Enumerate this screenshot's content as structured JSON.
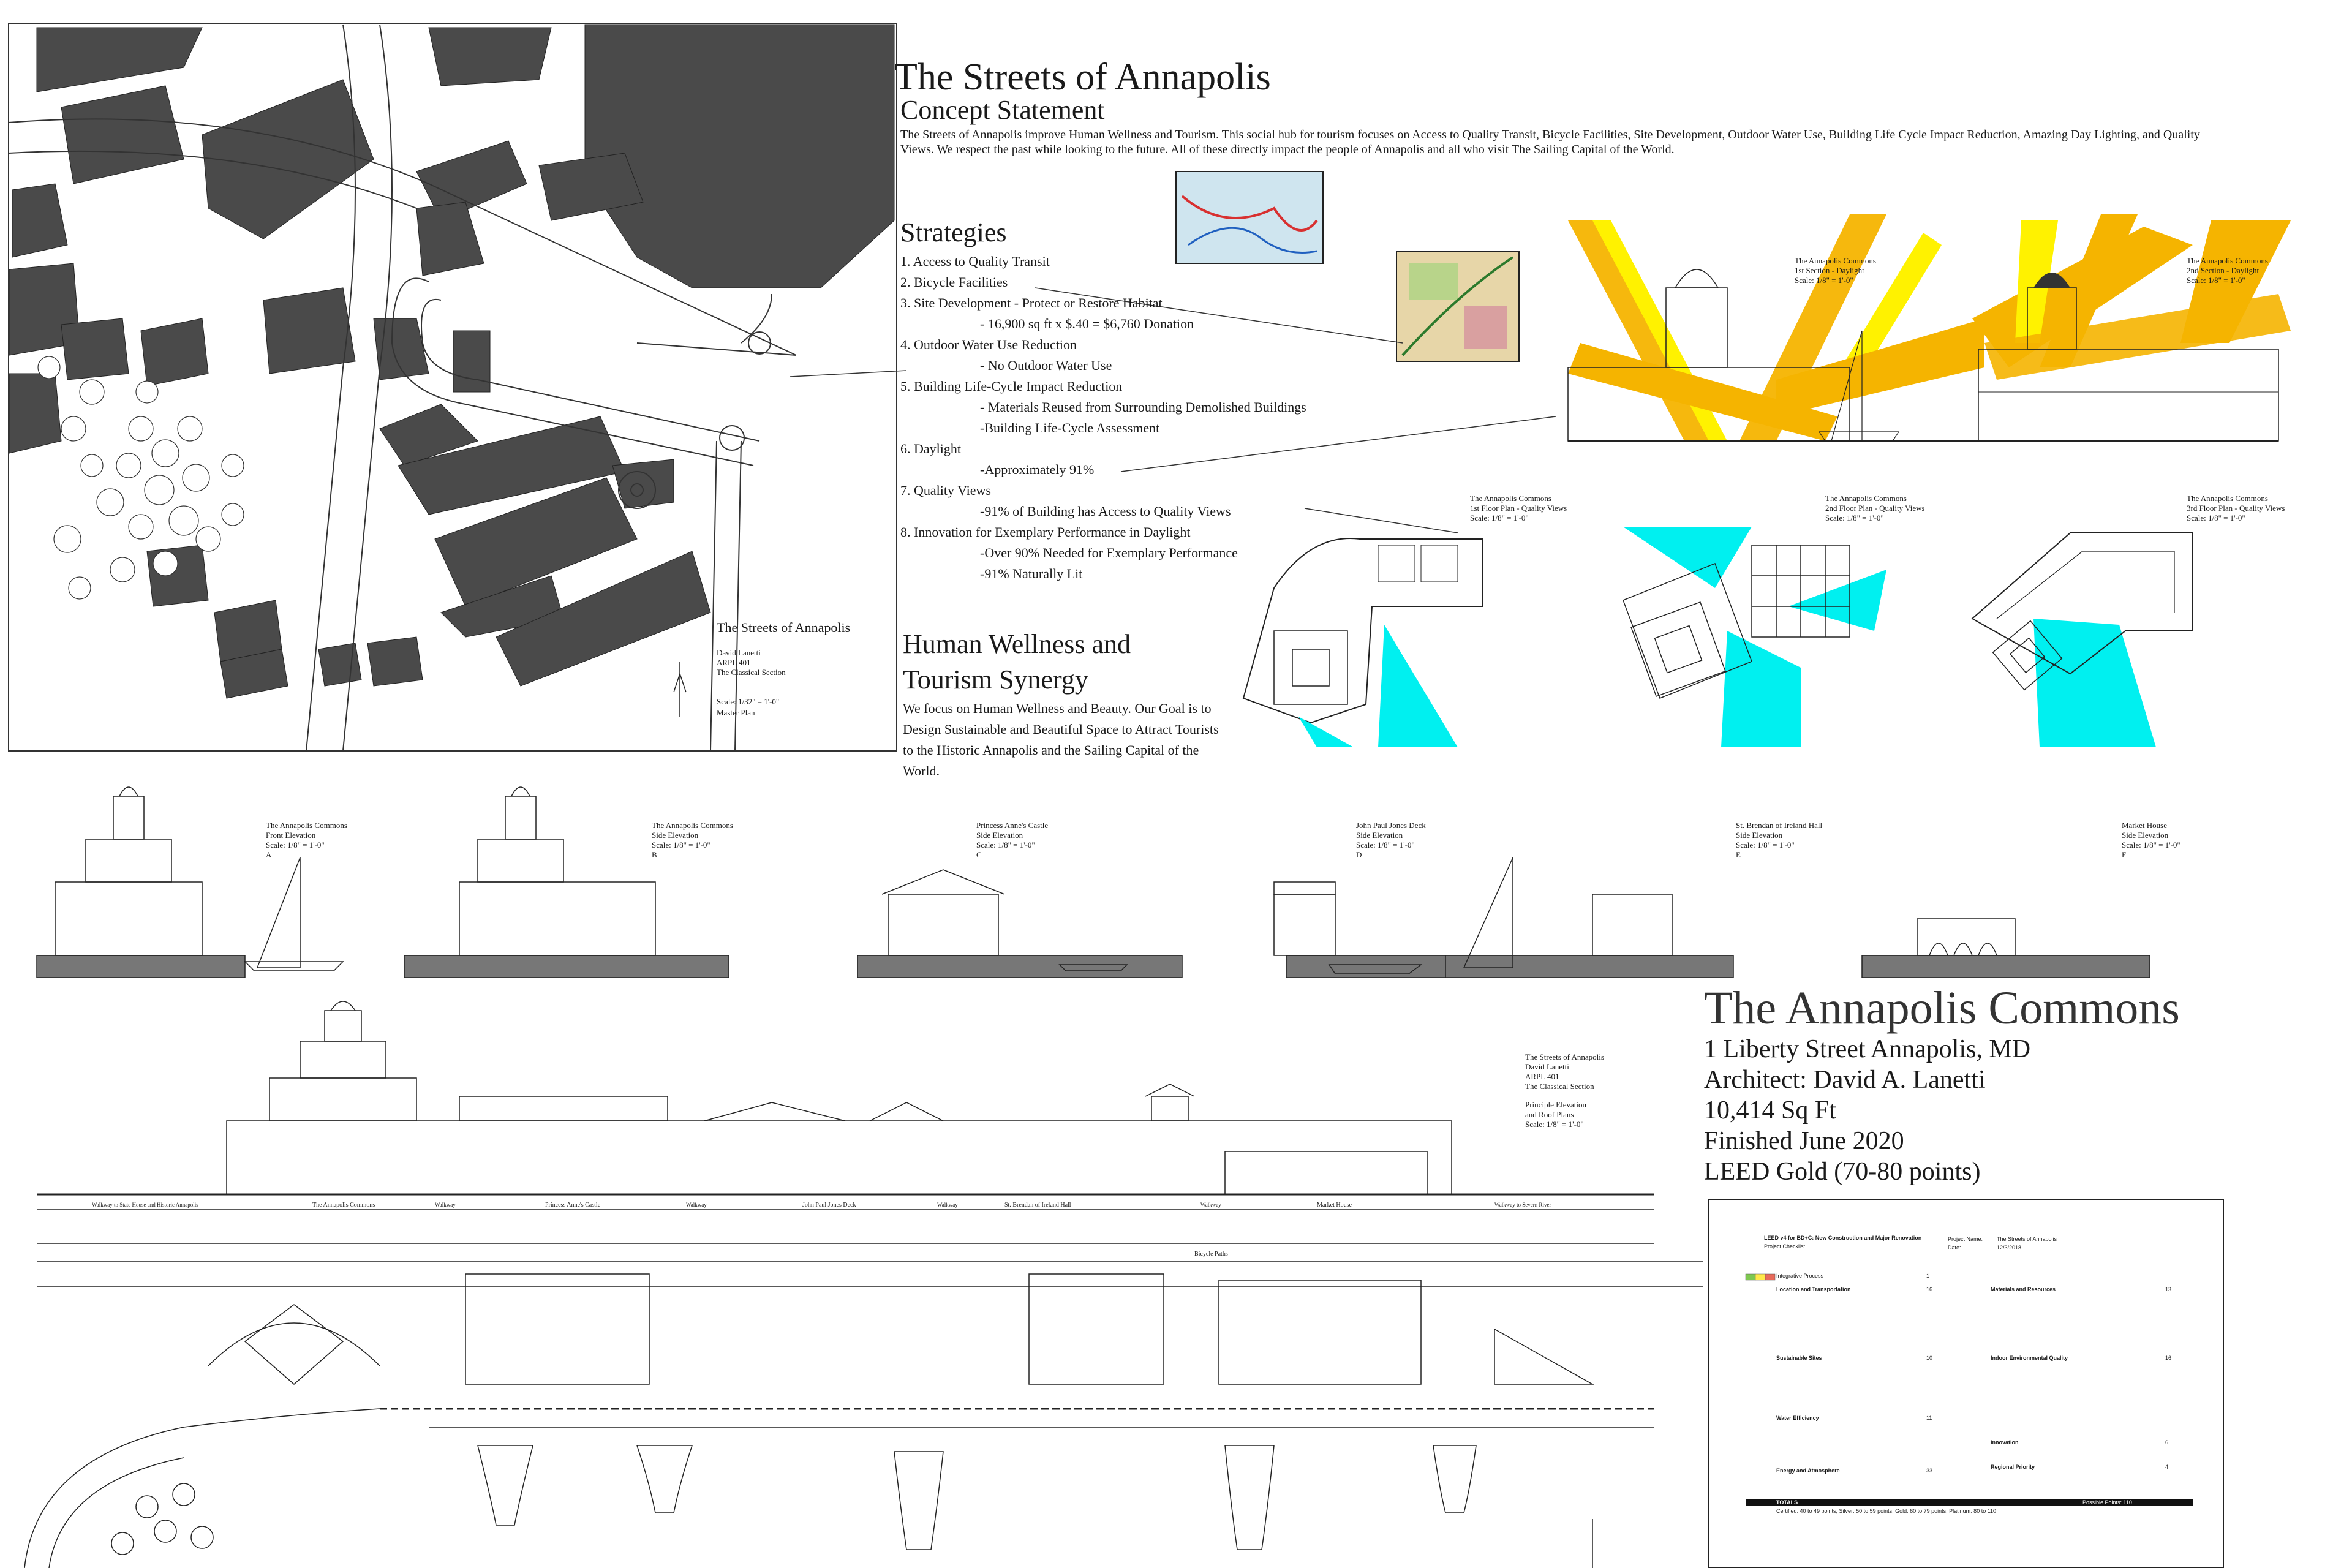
{
  "header": {
    "title": "The Streets of Annapolis",
    "subtitle": "Concept Statement",
    "statement": "The Streets of Annapolis improve Human Wellness and Tourism.  This social hub for tourism focuses on Access to Quality Transit, Bicycle Facilities, Site Development, Outdoor Water Use, Building Life Cycle Impact Reduction, Amazing Day Lighting, and Quality Views.  We respect the past while looking to the future.  All of these directly impact the people of Annapolis and all who visit The Sailing Capital of the World."
  },
  "strategies": {
    "heading": "Strategies",
    "items": [
      "1. Access to Quality Transit",
      "2. Bicycle Facilities",
      "3. Site Development - Protect or Restore Habitat",
      "- 16,900 sq ft x $.40 = $6,760 Donation",
      "4. Outdoor Water Use Reduction",
      "- No Outdoor Water Use",
      "5. Building Life-Cycle Impact Reduction",
      "- Materials Reused from Surrounding Demolished Buildings",
      "-Building Life-Cycle Assessment",
      "6. Daylight",
      "-Approximately 91%",
      "7. Quality Views",
      "-91% of Building has Access to Quality Views",
      "8. Innovation for Exemplary Performance in Daylight",
      "-Over 90% Needed for Exemplary Performance",
      "-91% Naturally Lit"
    ]
  },
  "wellness": {
    "heading_line1": "Human Wellness and",
    "heading_line2": "Tourism Synergy",
    "text": "We focus on Human Wellness and Beauty.  Our Goal is to Design Sustainable and Beautiful Space to Attract Tourists to the Historic Annapolis and the Sailing Capital of the World."
  },
  "master_plan": {
    "title": "The Streets of Annapolis",
    "author": "David Lanetti",
    "course": "ARPL 401",
    "section": "The Classical Section",
    "scale": "Scale: 1/32\" = 1'-0\"",
    "label": "Master Plan"
  },
  "sections": [
    {
      "title": "The Annapolis Commons",
      "sub": "1st Section - Daylight",
      "scale": "Scale: 1/8\" = 1'-0\""
    },
    {
      "title": "The Annapolis Commons",
      "sub": "2nd Section - Daylight",
      "scale": "Scale: 1/8\" = 1'-0\""
    }
  ],
  "floor_plans": [
    {
      "title": "The Annapolis Commons",
      "sub": "1st Floor Plan - Quality Views",
      "scale": "Scale: 1/8\" = 1'-0\""
    },
    {
      "title": "The Annapolis Commons",
      "sub": "2nd Floor Plan - Quality Views",
      "scale": "Scale: 1/8\" = 1'-0\""
    },
    {
      "title": "The Annapolis Commons",
      "sub": "3rd Floor Plan - Quality Views",
      "scale": "Scale: 1/8\" = 1'-0\""
    }
  ],
  "elevations": [
    {
      "title": "The Annapolis Commons",
      "sub": "Front Elevation",
      "scale": "Scale: 1/8\" = 1'-0\"",
      "letter": "A"
    },
    {
      "title": "The Annapolis Commons",
      "sub": "Side Elevation",
      "scale": "Scale: 1/8\" = 1'-0\"",
      "letter": "B"
    },
    {
      "title": "Princess Anne's Castle",
      "sub": "Side Elevation",
      "scale": "Scale: 1/8\" = 1'-0\"",
      "letter": "C"
    },
    {
      "title": "John Paul Jones Deck",
      "sub": "Side Elevation",
      "scale": "Scale: 1/8\" = 1'-0\"",
      "letter": "D"
    },
    {
      "title": "St. Brendan of Ireland Hall",
      "sub": "Side Elevation",
      "scale": "Scale: 1/8\" = 1'-0\"",
      "letter": "E"
    },
    {
      "title": "Market House",
      "sub": "Side Elevation",
      "scale": "Scale: 1/8\" = 1'-0\"",
      "letter": "F"
    }
  ],
  "principle_elevation": {
    "title": "The Streets of Annapolis",
    "author": "David Lanetti",
    "course": "ARPL 401",
    "section": "The Classical Section",
    "label1": "Principle Elevation",
    "label2": "and Roof Plans",
    "scale": "Scale: 1/8\" = 1'-0\"",
    "street_labels": [
      "Walkway to State House and Historic Annapolis",
      "The Annapolis Commons",
      "Walkway",
      "Princess Anne's Castle",
      "Walkway",
      "John Paul Jones Deck",
      "Walkway",
      "St. Brendan of Ireland Hall",
      "Walkway",
      "Market House",
      "Walkway to Severn River"
    ],
    "bicycle_path": "Bicycle Paths"
  },
  "project": {
    "name": "The Annapolis Commons",
    "address": "1 Liberty Street Annapolis, MD",
    "architect": "Architect: David A. Lanetti",
    "area": "10,414 Sq Ft",
    "finished": "Finished June 2020",
    "leed": "LEED Gold (70-80 points)"
  },
  "leed_checklist": {
    "title": "LEED v4 for BD+C: New Construction and Major Renovation",
    "subtitle": "Project Checklist",
    "project_name_label": "Project Name:",
    "project_name": "The Streets of Annapolis",
    "date_label": "Date:",
    "date": "12/3/2018",
    "left_sections": [
      {
        "name": "Integrative Process",
        "points": "1"
      },
      {
        "name": "Location and Transportation",
        "points": "16"
      },
      {
        "name": "Sustainable Sites",
        "points": "10"
      },
      {
        "name": "Water Efficiency",
        "points": "11"
      },
      {
        "name": "Energy and Atmosphere",
        "points": "33"
      }
    ],
    "right_sections": [
      {
        "name": "Materials and Resources",
        "points": "13"
      },
      {
        "name": "Indoor Environmental Quality",
        "points": "16"
      },
      {
        "name": "Innovation",
        "points": "6"
      },
      {
        "name": "Regional Priority",
        "points": "4"
      }
    ],
    "total_label": "TOTALS",
    "total_possible": "Possible Points: 110",
    "certification": "Certified: 40 to 49 points,  Silver: 50 to 59 points,  Gold: 60 to 79 points,  Platinum: 80 to 110"
  },
  "colors": {
    "building": "#4a4a4a",
    "daylight_orange": "#f5b400",
    "daylight_yellow": "#fff200",
    "view_cyan": "#00f0f0",
    "leed_green": "#7ec850",
    "leed_yellow": "#ffe94a",
    "leed_red": "#e86a5a"
  }
}
